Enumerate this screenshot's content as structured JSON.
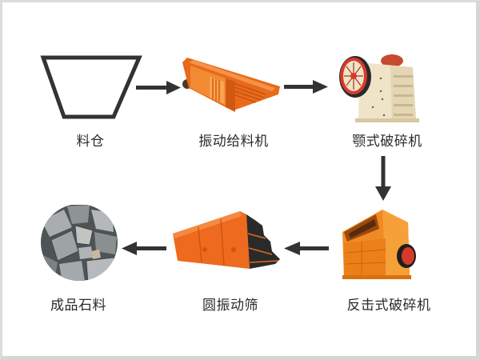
{
  "diagram": {
    "type": "process-flow",
    "colors": {
      "arrow": "#333333",
      "machine_orange": "#f07a1e",
      "machine_dark_orange": "#d85a10",
      "jaw_cream": "#efe4c8",
      "flywheel_red": "#d83a2a",
      "stone_gray": "#9aa0a2",
      "border": "#d8d8d8"
    },
    "nodes": [
      {
        "id": "hopper",
        "label": "料仓",
        "icon": "hopper-trapezoid-icon"
      },
      {
        "id": "vibrating-feeder",
        "label": "振动给料机",
        "icon": "vibrating-feeder-icon"
      },
      {
        "id": "jaw-crusher",
        "label": "颚式破碎机",
        "icon": "jaw-crusher-icon"
      },
      {
        "id": "impact-crusher",
        "label": "反击式破碎机",
        "icon": "impact-crusher-icon"
      },
      {
        "id": "circular-vibrating-screen",
        "label": "圆振动筛",
        "icon": "vibrating-screen-icon"
      },
      {
        "id": "finished-aggregate",
        "label": "成品石料",
        "icon": "crushed-stone-icon"
      }
    ],
    "edges": [
      {
        "from": "hopper",
        "to": "vibrating-feeder",
        "direction": "right"
      },
      {
        "from": "vibrating-feeder",
        "to": "jaw-crusher",
        "direction": "right"
      },
      {
        "from": "jaw-crusher",
        "to": "impact-crusher",
        "direction": "down"
      },
      {
        "from": "impact-crusher",
        "to": "circular-vibrating-screen",
        "direction": "left"
      },
      {
        "from": "circular-vibrating-screen",
        "to": "finished-aggregate",
        "direction": "left"
      }
    ]
  }
}
